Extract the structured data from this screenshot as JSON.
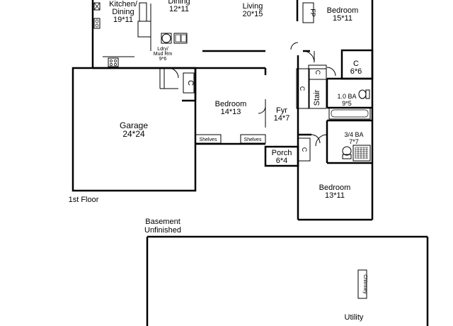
{
  "rooms": {
    "kitchen": {
      "name_line1": "Kitchen/",
      "name_line2": "Dining",
      "size": "19*11"
    },
    "dining": {
      "name": "Dining",
      "size": "12*11"
    },
    "living": {
      "name": "Living",
      "size": "20*15"
    },
    "bedroom_top_right": {
      "name": "Bedroom",
      "size": "15*11"
    },
    "closet_top": {
      "name": "C",
      "size": "6*6"
    },
    "laundry": {
      "name_line1": "Ldry/",
      "name_line2": "Mud Rm",
      "size": "9*6"
    },
    "garage": {
      "name": "Garage",
      "size": "24*24"
    },
    "bedroom_mid": {
      "name": "Bedroom",
      "size": "14*13"
    },
    "foyer": {
      "name": "Fyr",
      "size": "14*7"
    },
    "bath_full": {
      "name": "1.0 BA",
      "size": "9*5"
    },
    "bath_three_quarter": {
      "name": "3/4 BA",
      "size": "7*7"
    },
    "porch": {
      "name": "Porch",
      "size": "6*4"
    },
    "bedroom_bottom": {
      "name": "Bedroom",
      "size": "13*11"
    },
    "utility": {
      "name": "Utility"
    }
  },
  "fixtures": {
    "fireplace": "FP",
    "stair": "Stair",
    "closet_letter": "C",
    "shelves": "Shelves",
    "chimney": "Chimney"
  },
  "floor_labels": {
    "first_floor": "1st Floor",
    "basement_line1": "Basement",
    "basement_line2": "Unfinished"
  }
}
